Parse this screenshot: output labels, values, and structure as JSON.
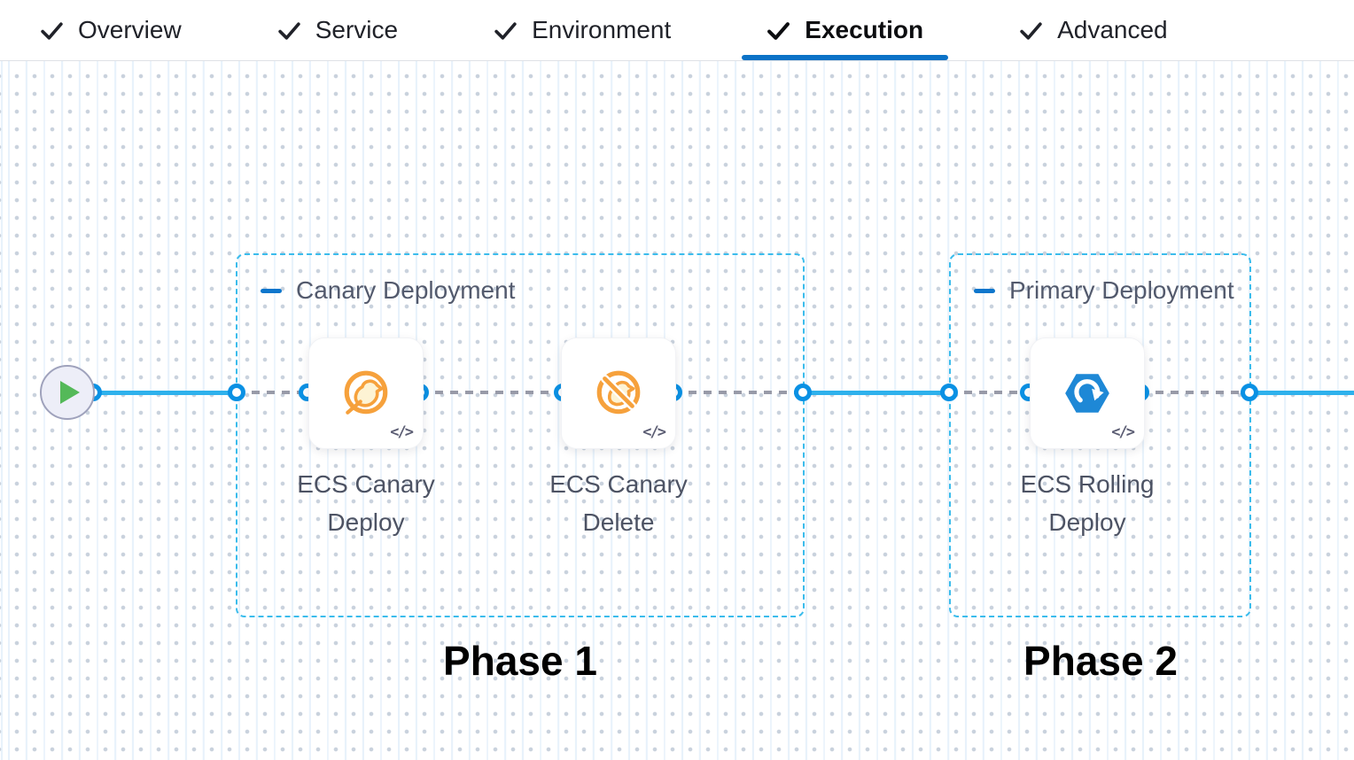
{
  "header": {
    "tabs": [
      {
        "label": "Overview",
        "checked": true,
        "active": false
      },
      {
        "label": "Service",
        "checked": true,
        "active": false
      },
      {
        "label": "Environment",
        "checked": true,
        "active": false
      },
      {
        "label": "Execution",
        "checked": true,
        "active": true
      },
      {
        "label": "Advanced",
        "checked": true,
        "active": false
      }
    ]
  },
  "canvas": {
    "start_node": {
      "icon": "play-icon"
    },
    "groups": [
      {
        "title": "Canary Deployment",
        "phase_label": "Phase 1",
        "steps": [
          {
            "name": "ECS Canary Deploy",
            "icon": "ecs-canary-deploy-icon",
            "code_badge": "</>"
          },
          {
            "name": "ECS Canary Delete",
            "icon": "ecs-canary-delete-icon",
            "code_badge": "</>"
          }
        ]
      },
      {
        "title": "Primary Deployment",
        "phase_label": "Phase 2",
        "steps": [
          {
            "name": "ECS Rolling Deploy",
            "icon": "ecs-rolling-deploy-icon",
            "code_badge": "</>"
          }
        ]
      }
    ]
  },
  "colors": {
    "active_tab_underline": "#0b72c7",
    "flow_line": "#2eb1ec",
    "port_ring": "#0a91e4",
    "group_border": "#3bbcec",
    "canary_icon": "#f6a13c",
    "rolling_icon": "#1e88d6",
    "play_icon": "#54b959"
  }
}
